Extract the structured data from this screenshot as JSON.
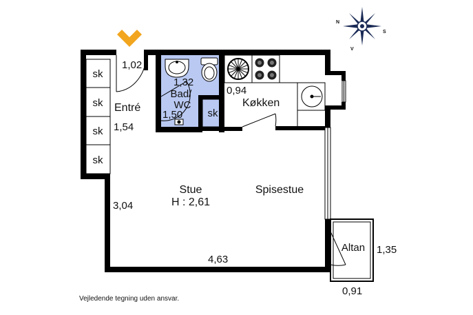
{
  "plan": {
    "rooms": {
      "entre": "Entré",
      "bad": "Bad/\nWC",
      "koekken": "Køkken",
      "stue": "Stue",
      "stue_height": "H : 2,61",
      "spisestue": "Spisestue",
      "altan": "Altan"
    },
    "closets": [
      "sk",
      "sk",
      "sk",
      "sk",
      "sk"
    ],
    "dimensions": {
      "entry_door": "1,02",
      "bad_width": "1,32",
      "bad_depth": "1,50",
      "kitchen": "0,94",
      "entre_width": "1,54",
      "stue_depth": "3,04",
      "stue_width": "4,63",
      "altan_depth": "1,35",
      "altan_width": "0,91"
    },
    "compass": {
      "n": "N",
      "s": "S",
      "v": "V"
    },
    "disclaimer": "Vejledende tegning uden ansvar.",
    "colors": {
      "bathroom": "#b9c9f2",
      "wall": "#000000",
      "arrow": "#f2a51e"
    }
  }
}
